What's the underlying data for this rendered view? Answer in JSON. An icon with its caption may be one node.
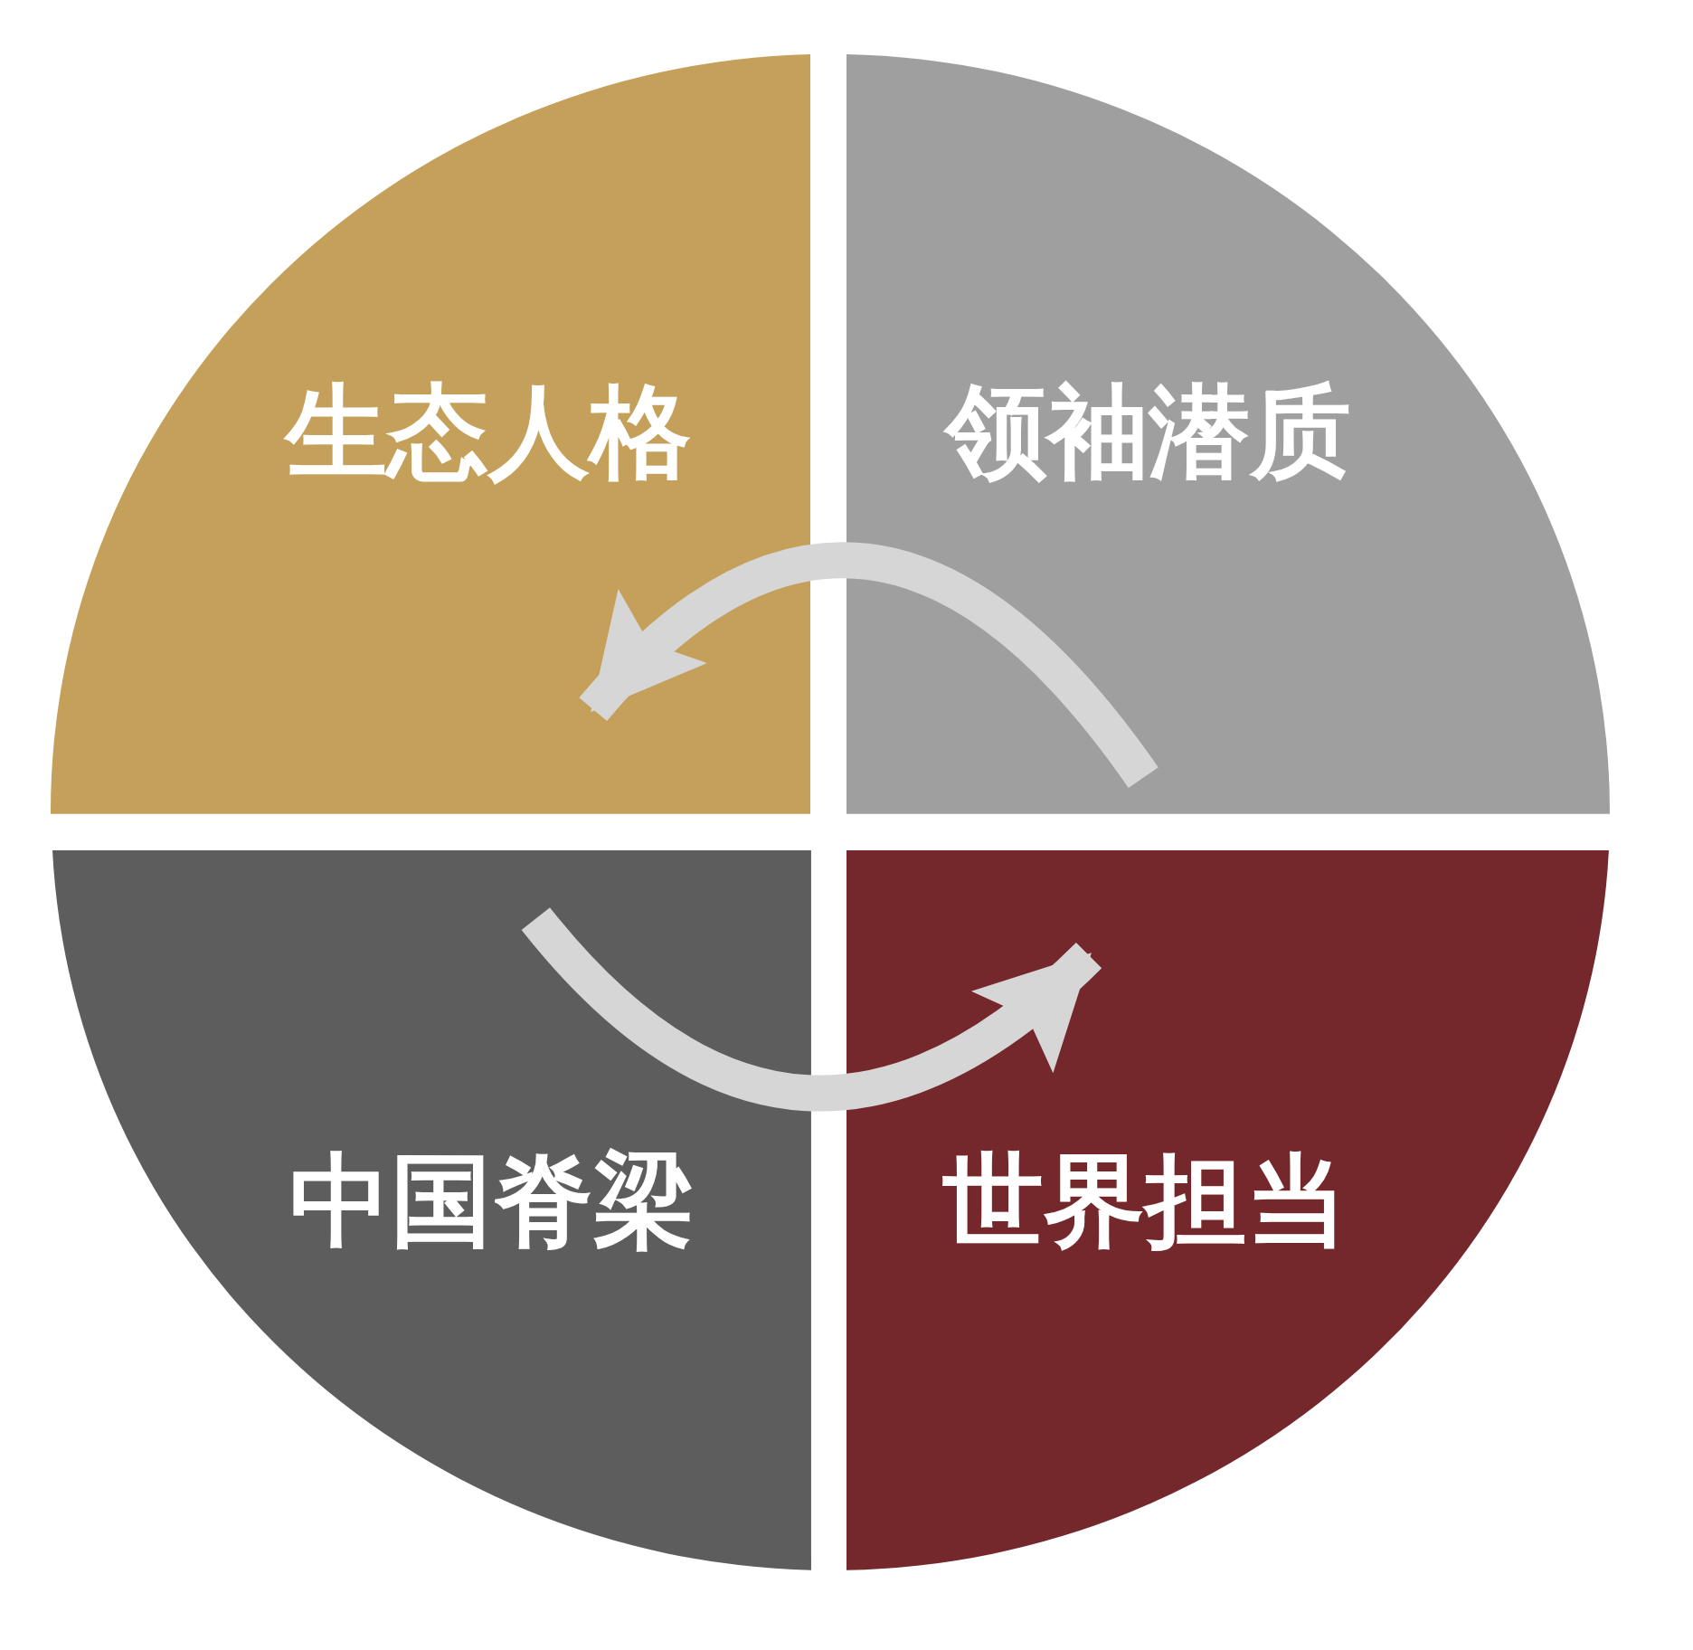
{
  "diagram": {
    "nodes": [
      {
        "text": [
          "生态人格"
        ]
      },
      {
        "text": [
          "领袖潜质"
        ]
      },
      {
        "text": [
          "中国脊梁"
        ]
      },
      {
        "text": [
          "世界担当"
        ]
      }
    ],
    "edges": [
      {
        "from": 1,
        "to": 0,
        "arrow": "to"
      },
      {
        "from": 2,
        "to": 3,
        "arrow": "to"
      }
    ]
  }
}
